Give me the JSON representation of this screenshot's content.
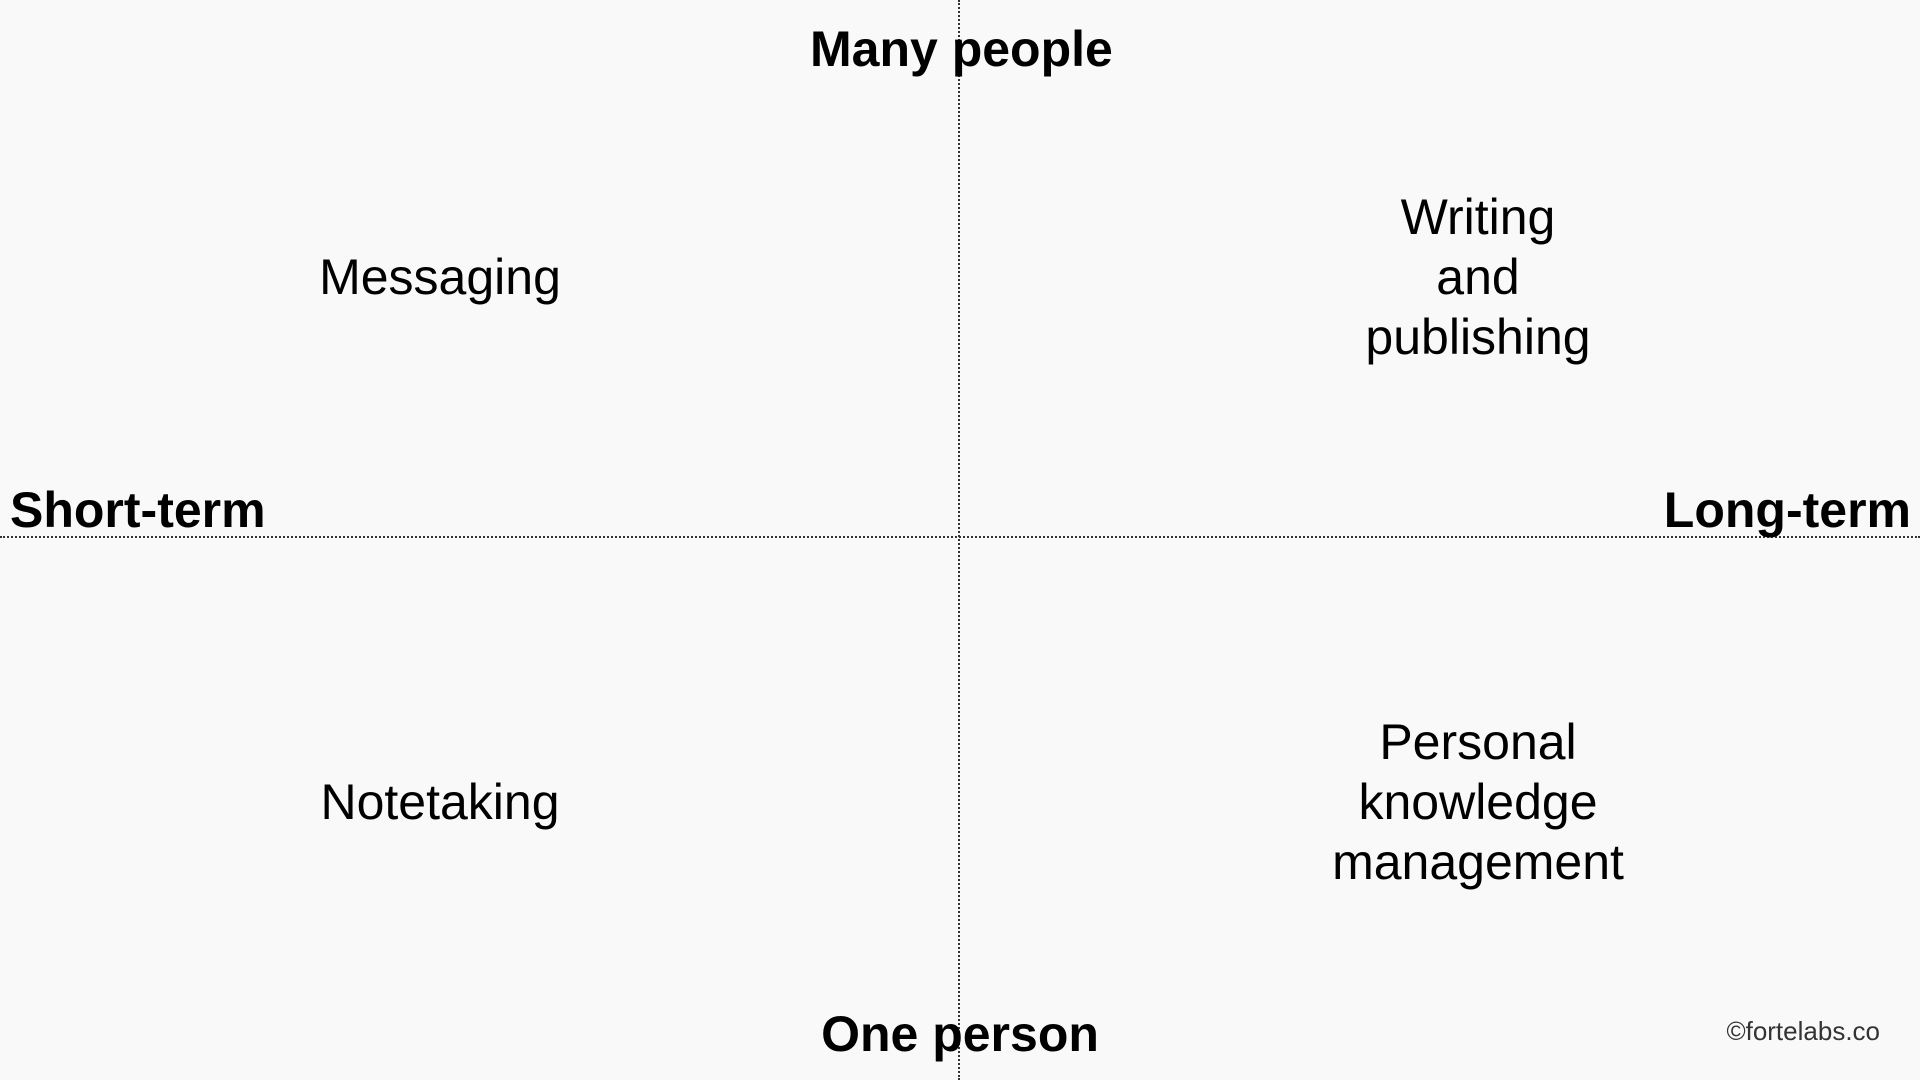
{
  "axes": {
    "top": "Many people",
    "bottom": "One person",
    "left": "Short-term",
    "right": "Long-term"
  },
  "quadrants": {
    "top_left": [
      "Messaging"
    ],
    "top_right": [
      "Writing",
      "and",
      "publishing"
    ],
    "bottom_left": [
      "Notetaking"
    ],
    "bottom_right": [
      "Personal",
      "knowledge",
      "management"
    ]
  },
  "copyright": "©fortelabs.co"
}
